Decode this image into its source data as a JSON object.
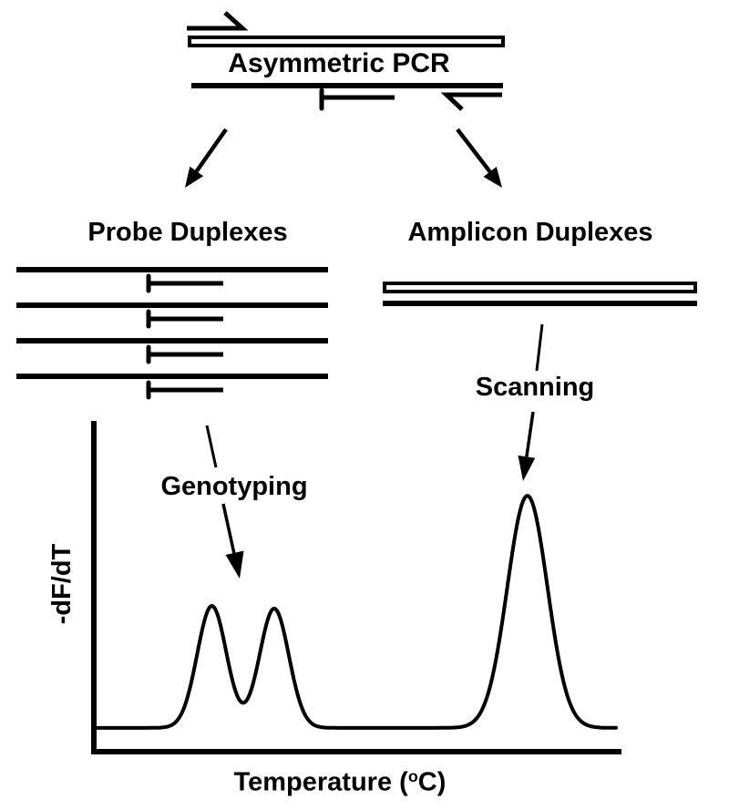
{
  "background": "#ffffff",
  "ink": "#000000",
  "figure": {
    "kind": "asymmetric-pcr-melting-analysis-diagram",
    "top": {
      "label": "Asymmetric PCR"
    },
    "branches": {
      "left": {
        "title": "Probe Duplexes",
        "duplex_rows": 4,
        "annotation": "Genotyping"
      },
      "right": {
        "title": "Amplicon Duplexes",
        "annotation": "Scanning"
      }
    }
  },
  "chart_data": {
    "type": "line",
    "title": "",
    "xlabel": "Temperature (°C)",
    "xlabel_parts": {
      "pre": "Temperature (",
      "sup": "o",
      "post": "C)"
    },
    "ylabel": "-dF/dT",
    "x_ticks": [],
    "y_ticks": [],
    "grid": false,
    "legend": false,
    "description": "Negative derivative melting curve: two small overlapping probe-duplex peaks at lower temperature (used for genotyping) and one large amplicon-duplex peak at higher temperature (used for scanning).",
    "baseline_frac": 0.072,
    "peaks": [
      {
        "name": "probe-duplex-peak-1",
        "annotation": "Genotyping",
        "x_frac": 0.225,
        "height_frac": 0.369,
        "sigma_frac": 0.0277
      },
      {
        "name": "probe-duplex-peak-2",
        "annotation": "Genotyping",
        "x_frac": 0.343,
        "height_frac": 0.361,
        "sigma_frac": 0.0277
      },
      {
        "name": "amplicon-duplex-peak",
        "annotation": "Scanning",
        "x_frac": 0.822,
        "height_frac": 0.702,
        "sigma_frac": 0.038
      }
    ]
  }
}
